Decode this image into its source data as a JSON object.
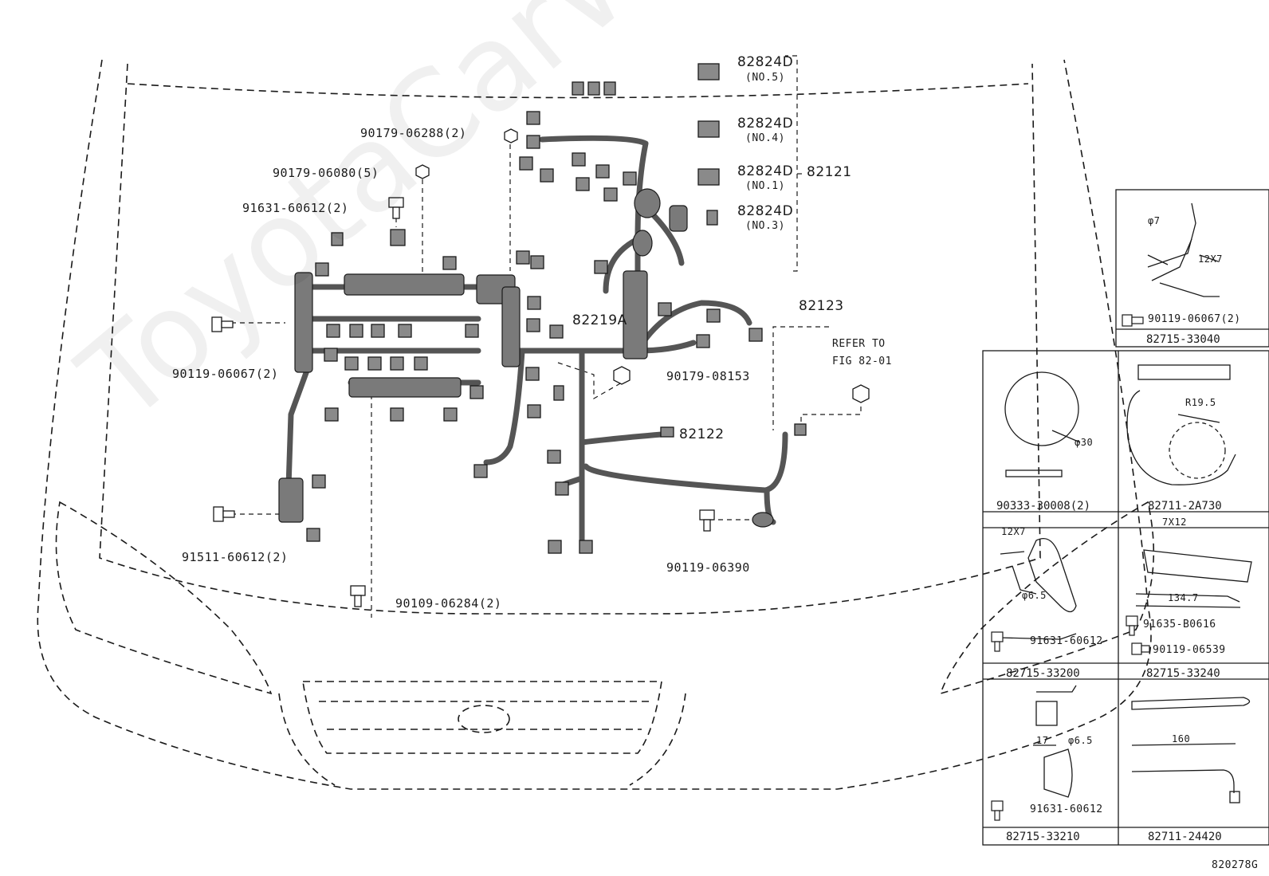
{
  "watermark": "ToyotaCarWine.ru",
  "figure_id": "820278G",
  "colors": {
    "ink": "#1a1a1a",
    "harness": "#6e6e6e",
    "background": "#ffffff"
  },
  "callouts": {
    "connector_no5_part": "82824D",
    "connector_no5_note": "(NO.5)",
    "connector_no4_part": "82824D",
    "connector_no4_note": "(NO.4)",
    "connector_no1_part": "82824D",
    "connector_no1_note": "(NO.1)",
    "connector_no3_part": "82824D",
    "connector_no3_note": "(NO.3)",
    "harness_assy": "82121",
    "nut_1": "90179-06288(2)",
    "nut_2": "90179-06080(5)",
    "bolt_1": "91631-60612(2)",
    "bolt_2": "90119-06067(2)",
    "bolt_3": "91511-60612(2)",
    "bolt_4": "90109-06284(2)",
    "relay": "82219A",
    "nut_3": "90179-08153",
    "wire_82123": "82123",
    "refer_line1": "REFER TO",
    "refer_line2": "FIG 82-01",
    "wire_82122": "82122",
    "bolt_5": "90119-06390"
  },
  "detail_panels": [
    {
      "id": "82715-33040",
      "caption": "82715-33040",
      "notes": [
        "φ7",
        "12X7"
      ],
      "fastener": "90119-06067(2)"
    },
    {
      "id": "90333-30008",
      "caption": "90333-30008(2)",
      "notes": [
        "φ30"
      ]
    },
    {
      "id": "82711-2A730",
      "caption": "82711-2A730",
      "notes": [
        "R19.5"
      ]
    },
    {
      "id": "82715-33200",
      "caption": "82715-33200",
      "notes": [
        "12X7",
        "φ6.5"
      ],
      "fastener": "91631-60612"
    },
    {
      "id": "82715-33240",
      "caption": "82715-33240",
      "notes": [
        "7X12",
        "134.7"
      ],
      "fasteners": [
        "91635-B0616",
        "90119-06539"
      ]
    },
    {
      "id": "82715-33210",
      "caption": "82715-33210",
      "notes": [
        "17",
        "φ6.5"
      ],
      "fastener": "91631-60612"
    },
    {
      "id": "82711-24420",
      "caption": "82711-24420",
      "notes": [
        "160"
      ]
    }
  ]
}
